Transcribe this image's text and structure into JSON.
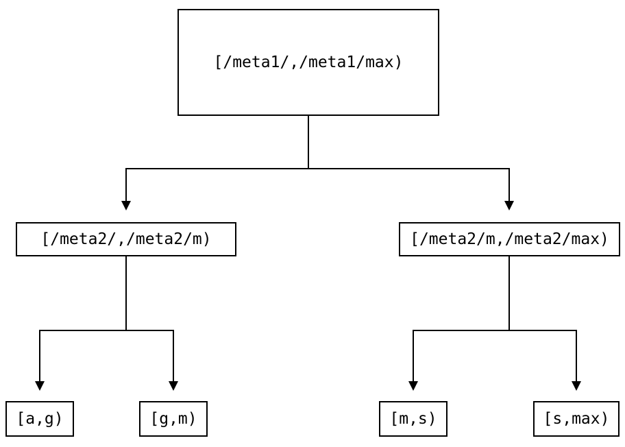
{
  "diagram": {
    "type": "tree",
    "description": "Key-range partition tree, three levels, edges with downward arrowheads",
    "colors": {
      "background": "#ffffff",
      "line": "#000000",
      "text": "#000000",
      "node_border": "#000000",
      "node_fill": "#ffffff"
    },
    "nodes": {
      "root": {
        "label": "[/meta1/,/meta1/max)",
        "level": 0
      },
      "meta2_left": {
        "label": "[/meta2/,/meta2/m)",
        "level": 1
      },
      "meta2_right": {
        "label": "[/meta2/m,/meta2/max)",
        "level": 1
      },
      "leaf_ag": {
        "label": "[a,g)",
        "level": 2
      },
      "leaf_gm": {
        "label": "[g,m)",
        "level": 2
      },
      "leaf_ms": {
        "label": "[m,s)",
        "level": 2
      },
      "leaf_smax": {
        "label": "[s,max)",
        "level": 2
      }
    },
    "edges": [
      {
        "from": "root",
        "to": "meta2_left"
      },
      {
        "from": "root",
        "to": "meta2_right"
      },
      {
        "from": "meta2_left",
        "to": "leaf_ag"
      },
      {
        "from": "meta2_left",
        "to": "leaf_gm"
      },
      {
        "from": "meta2_right",
        "to": "leaf_ms"
      },
      {
        "from": "meta2_right",
        "to": "leaf_smax"
      }
    ]
  }
}
